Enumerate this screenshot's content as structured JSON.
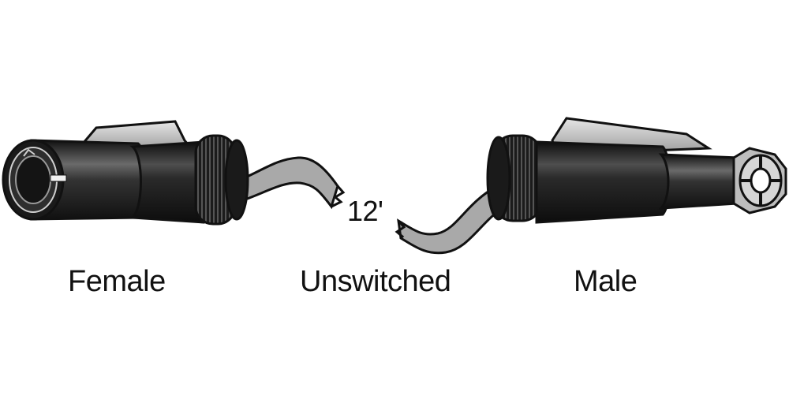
{
  "labels": {
    "female": "Female",
    "unswitched": "Unswitched",
    "male": "Male",
    "length": "12'"
  },
  "colors": {
    "connector_body": "#1a1a1a",
    "body_highlight": "#5a5a5a",
    "latch_metal": "#b8b8b8",
    "cable": "#a9a9a9",
    "outline": "#111111"
  }
}
